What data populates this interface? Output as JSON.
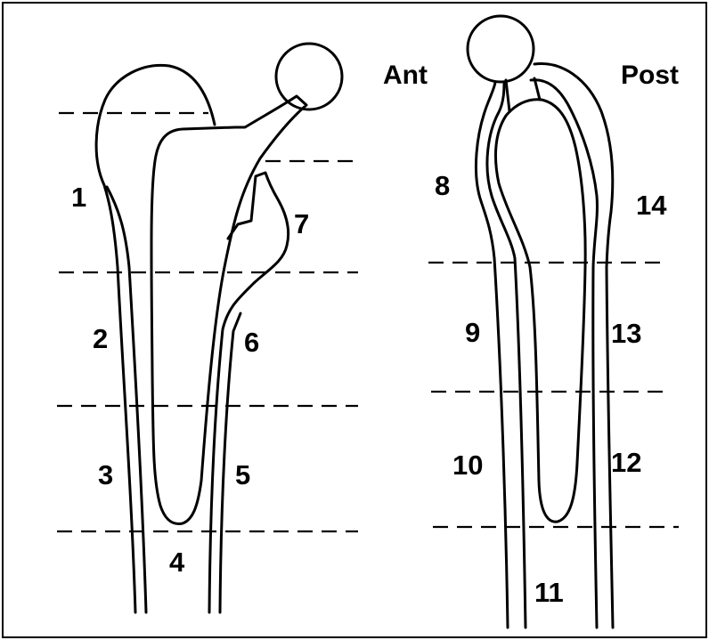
{
  "views": {
    "anterior": "Ant",
    "posterior": "Post"
  },
  "zones": {
    "z1": "1",
    "z2": "2",
    "z3": "3",
    "z4": "4",
    "z5": "5",
    "z6": "6",
    "z7": "7",
    "z8": "8",
    "z9": "9",
    "z10": "10",
    "z11": "11",
    "z12": "12",
    "z13": "13",
    "z14": "14"
  }
}
